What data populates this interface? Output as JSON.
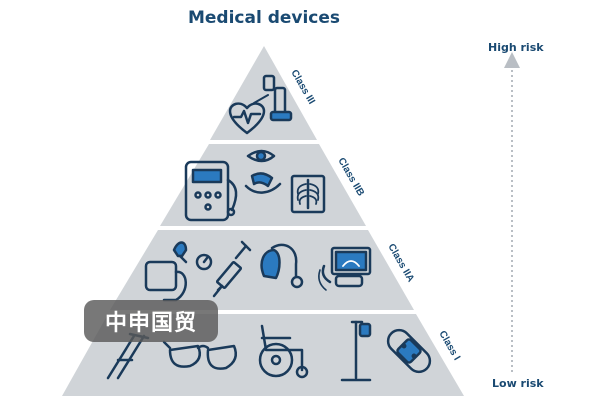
{
  "title": "Medical devices",
  "axis": {
    "high_label": "High risk",
    "low_label": "Low risk"
  },
  "tiers": [
    {
      "label": "Class III",
      "icons": [
        "heart-monitor-icon",
        "inhaler-icon"
      ]
    },
    {
      "label": "Class IIB",
      "icons": [
        "infusion-pump-icon",
        "contact-lens-icon",
        "chest-xray-icon"
      ]
    },
    {
      "label": "Class IIA",
      "icons": [
        "blood-pressure-monitor-icon",
        "syringe-icon",
        "hearing-aid-icon",
        "ultrasound-icon"
      ]
    },
    {
      "label": "Class I",
      "icons": [
        "crutches-icon",
        "eyeglasses-icon",
        "wheelchair-icon",
        "iv-stand-icon",
        "bandage-icon"
      ]
    }
  ],
  "watermark": "中申国贸",
  "colors": {
    "tier_fill": "#d0d4d8",
    "ink": "#1a3a5a",
    "accent": "#2b7ac0",
    "title": "#1a4a72"
  }
}
